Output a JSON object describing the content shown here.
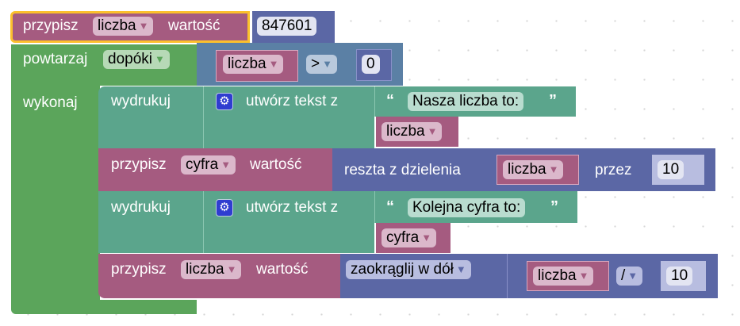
{
  "colors": {
    "variables": "#a55b80",
    "variables_field": "#dbb8cb",
    "loops": "#5ba55b",
    "loops_field": "#b6d9b6",
    "logic": "#5b80a5",
    "logic_field": "#b9c9dc",
    "text": "#5ba58c",
    "text_field": "#b9dccf",
    "math": "#5b67a5",
    "math_field": "#b8bde0",
    "number_field": "#e3e5f2",
    "selected_outline": "#fbc02d"
  },
  "blocks": {
    "set_initial": {
      "label": "przypisz",
      "variable": "liczba",
      "value_label": "wartość",
      "number": "847601"
    },
    "while_loop": {
      "label": "powtarzaj",
      "mode": "dopóki",
      "do_label": "wykonaj",
      "condition": {
        "variable": "liczba",
        "operator": ">",
        "number": "0"
      }
    },
    "print1": {
      "label": "wydrukuj",
      "join_label": "utwórz tekst z",
      "text": "Nasza liczba to:",
      "variable": "liczba"
    },
    "set_digit": {
      "label": "przypisz",
      "variable": "cyfra",
      "value_label": "wartość",
      "remainder_label": "reszta z dzielenia",
      "dividend": "liczba",
      "by_label": "przez",
      "divisor": "10"
    },
    "print2": {
      "label": "wydrukuj",
      "join_label": "utwórz tekst z",
      "text": "Kolejna cyfra to:",
      "variable": "cyfra"
    },
    "set_number": {
      "label": "przypisz",
      "variable": "liczba",
      "value_label": "wartość",
      "round_mode": "zaokrąglij w dół",
      "dividend": "liczba",
      "operator": "/",
      "divisor": "10"
    }
  },
  "icons": {
    "dropdown": "▼",
    "gear": "⚙",
    "open_quote": "❝",
    "close_quote": "❞"
  }
}
